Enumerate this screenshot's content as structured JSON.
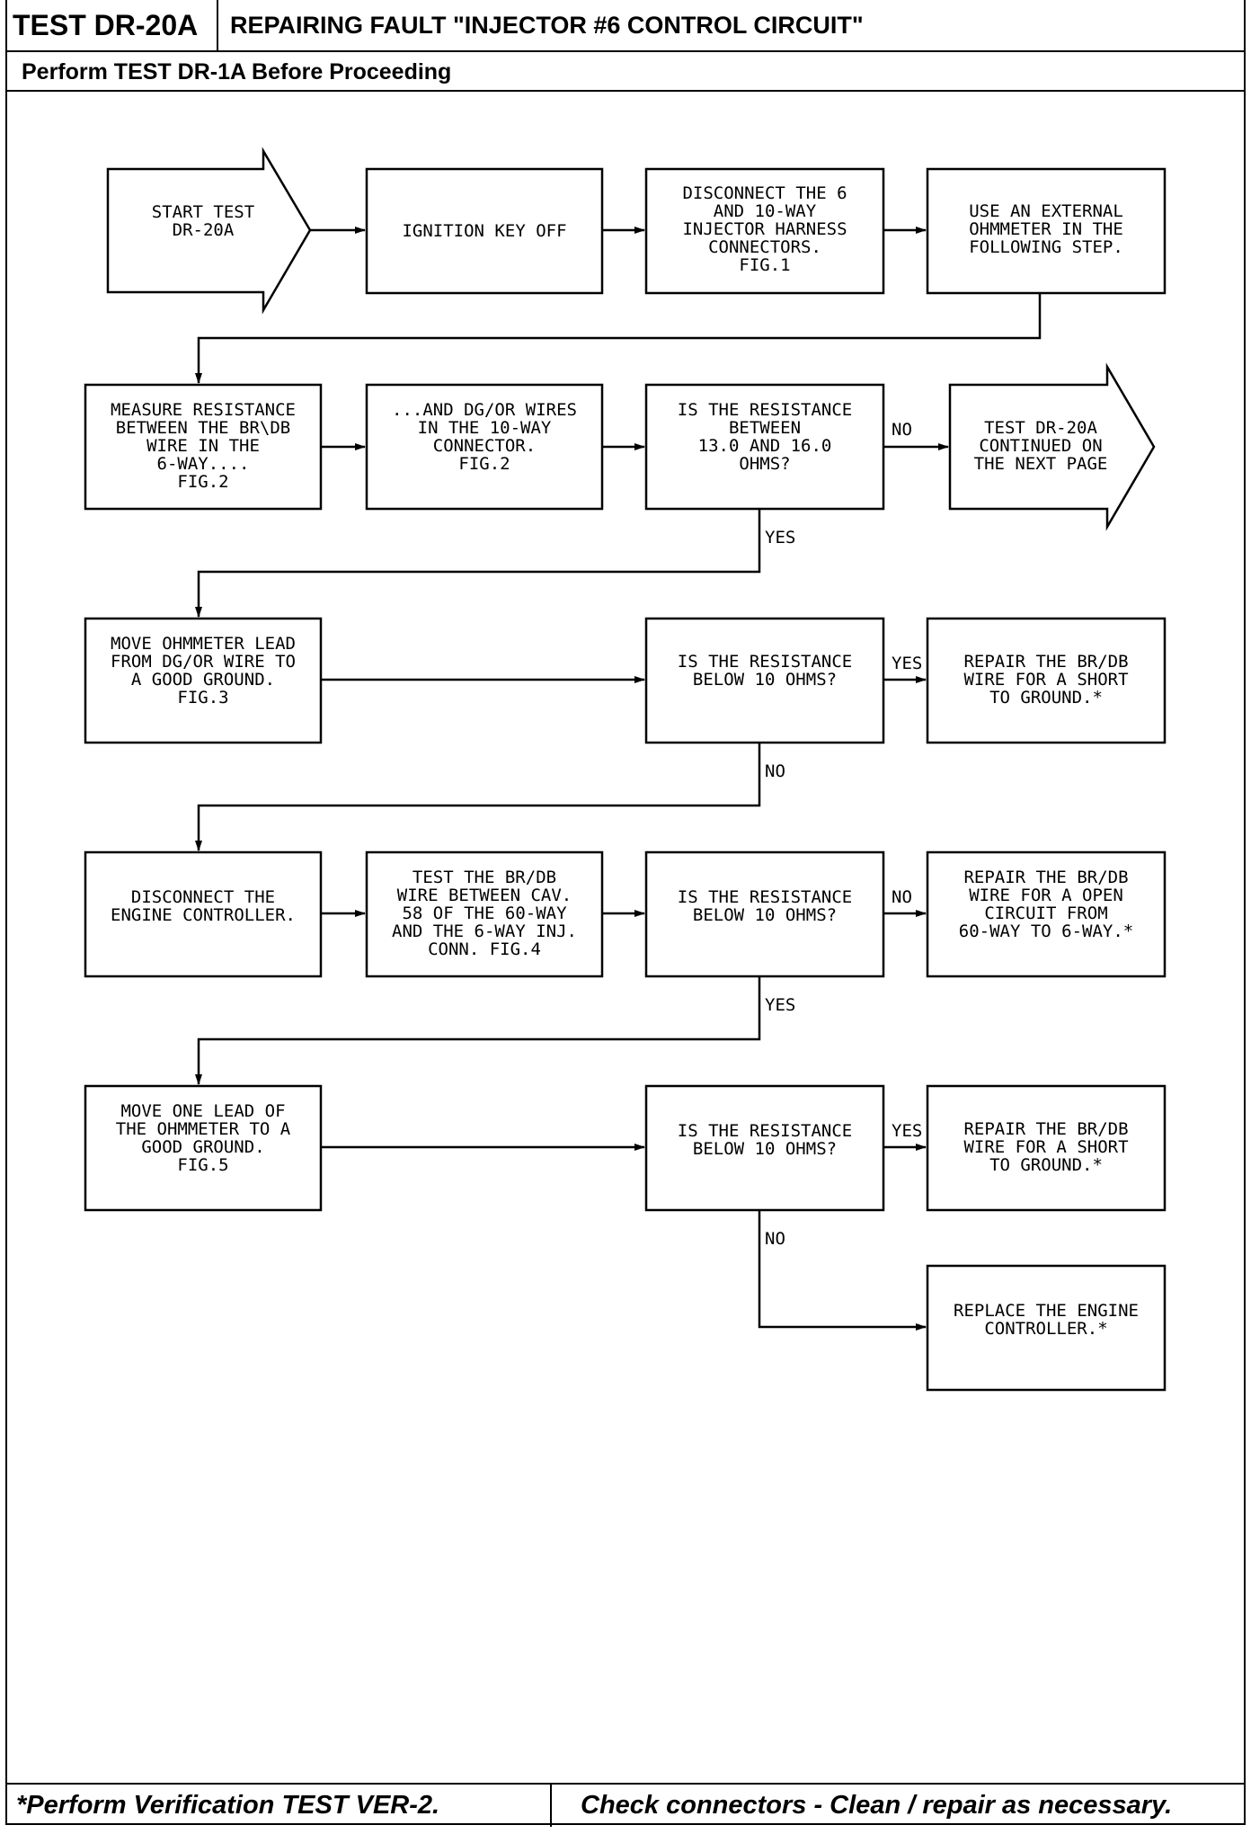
{
  "header": {
    "test_id": "TEST DR-20A",
    "title": "REPAIRING FAULT \"INJECTOR #6 CONTROL CIRCUIT\"",
    "subtitle": "Perform TEST DR-1A Before Proceeding"
  },
  "footer": {
    "left": "*Perform Verification TEST VER-2.",
    "right": "Check connectors - Clean / repair as necessary."
  },
  "flowchart": {
    "start": [
      "START TEST",
      "DR-20A"
    ],
    "ignition": [
      "IGNITION KEY OFF"
    ],
    "disconnect": [
      "DISCONNECT THE 6",
      "AND 10-WAY",
      "INJECTOR HARNESS",
      "CONNECTORS.",
      "FIG.1"
    ],
    "ohmmeter": [
      "USE AN EXTERNAL",
      "OHMMETER IN THE",
      "FOLLOWING STEP."
    ],
    "measure": [
      "MEASURE RESISTANCE",
      "BETWEEN THE BR\\DB",
      "WIRE IN THE",
      "6-WAY....",
      "FIG.2"
    ],
    "and_dg": [
      "...AND DG/OR WIRES",
      "IN THE 10-WAY",
      "CONNECTOR.",
      "FIG.2"
    ],
    "q1": [
      "IS THE RESISTANCE",
      "BETWEEN",
      "13.0 AND 16.0",
      "OHMS?"
    ],
    "continued": [
      "TEST DR-20A",
      "CONTINUED ON",
      "THE NEXT PAGE"
    ],
    "move_lead": [
      "MOVE OHMMETER LEAD",
      "FROM DG/OR WIRE TO",
      "A GOOD GROUND.",
      "FIG.3"
    ],
    "q2": [
      "IS THE RESISTANCE",
      "BELOW 10 OHMS?"
    ],
    "repair_short1": [
      "REPAIR THE BR/DB",
      "WIRE FOR A SHORT",
      "TO GROUND.*"
    ],
    "disconnect_ecm": [
      "DISCONNECT THE",
      "ENGINE CONTROLLER."
    ],
    "test_wire": [
      "TEST THE BR/DB",
      "WIRE BETWEEN CAV.",
      "58 OF THE 60-WAY",
      "AND THE 6-WAY INJ.",
      "CONN. FIG.4"
    ],
    "q3": [
      "IS THE RESISTANCE",
      "BELOW 10 OHMS?"
    ],
    "repair_open": [
      "REPAIR THE BR/DB",
      "WIRE FOR A OPEN",
      "CIRCUIT FROM",
      "60-WAY TO 6-WAY.*"
    ],
    "move_one": [
      "MOVE ONE LEAD OF",
      "THE OHMMETER TO A",
      "GOOD GROUND.",
      "FIG.5"
    ],
    "q4": [
      "IS THE RESISTANCE",
      "BELOW 10 OHMS?"
    ],
    "repair_short2": [
      "REPAIR THE BR/DB",
      "WIRE FOR A SHORT",
      "TO GROUND.*"
    ],
    "replace_ecm": [
      "REPLACE THE ENGINE",
      "CONTROLLER.*"
    ],
    "labels": {
      "q1_no": "NO",
      "q1_yes": "YES",
      "q2_yes": "YES",
      "q2_no": "NO",
      "q3_no": "NO",
      "q3_yes": "YES",
      "q4_yes": "YES",
      "q4_no": "NO"
    }
  }
}
